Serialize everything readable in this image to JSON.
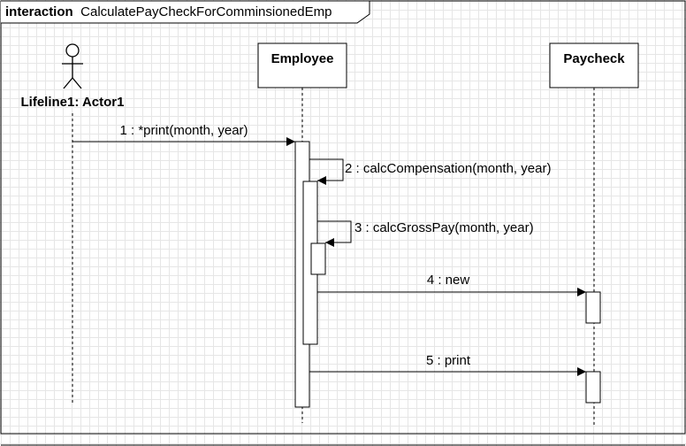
{
  "frame": {
    "keyword": "interaction",
    "name": "CalculatePayCheckForComminsionedEmp"
  },
  "lifelines": {
    "actor": {
      "label": "Lifeline1: Actor1"
    },
    "employee": {
      "label": "Employee"
    },
    "paycheck": {
      "label": "Paycheck"
    }
  },
  "messages": [
    {
      "id": "m1",
      "label": "1 : *print(month, year)"
    },
    {
      "id": "m2",
      "label": "2 : calcCompensation(month, year)"
    },
    {
      "id": "m3",
      "label": "3 : calcGrossPay(month, year)"
    },
    {
      "id": "m4",
      "label": "4 : new"
    },
    {
      "id": "m5",
      "label": "5 : print"
    }
  ],
  "colors": {
    "stroke": "#000000",
    "fill": "#ffffff",
    "grid": "#e6e6e6"
  }
}
